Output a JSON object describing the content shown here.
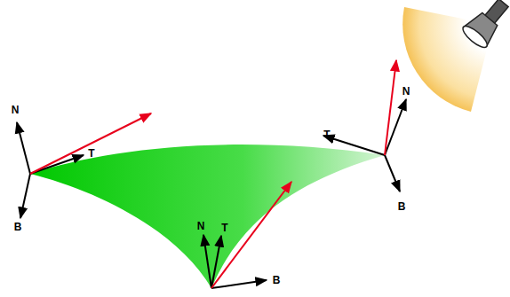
{
  "diagram": {
    "labels": [
      "N",
      "T",
      "B",
      "N",
      "T",
      "B",
      "T",
      "N",
      "B"
    ]
  }
}
